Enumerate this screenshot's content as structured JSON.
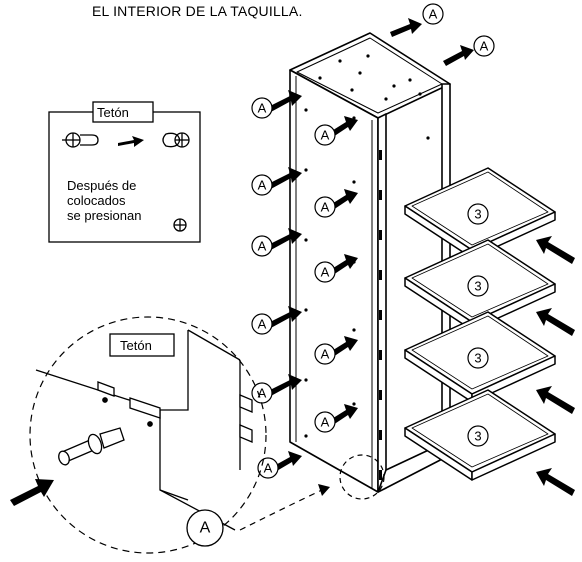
{
  "caption": "EL INTERIOR DE LA TAQUILLA.",
  "legend": {
    "title": "Tetón",
    "note_line1": "Después de",
    "note_line2": "colocados",
    "note_line3": "se presionan"
  },
  "detail": {
    "label": "Tetón",
    "marker": "A"
  },
  "markers": {
    "peg": "A",
    "shelf": "3"
  },
  "colors": {
    "line": "#000000",
    "panel": "#ffffff",
    "arrow": "#000000"
  },
  "icons": [
    "peg-icon",
    "pressed-peg-icon",
    "press-symbol-icon",
    "arrow-icon"
  ]
}
